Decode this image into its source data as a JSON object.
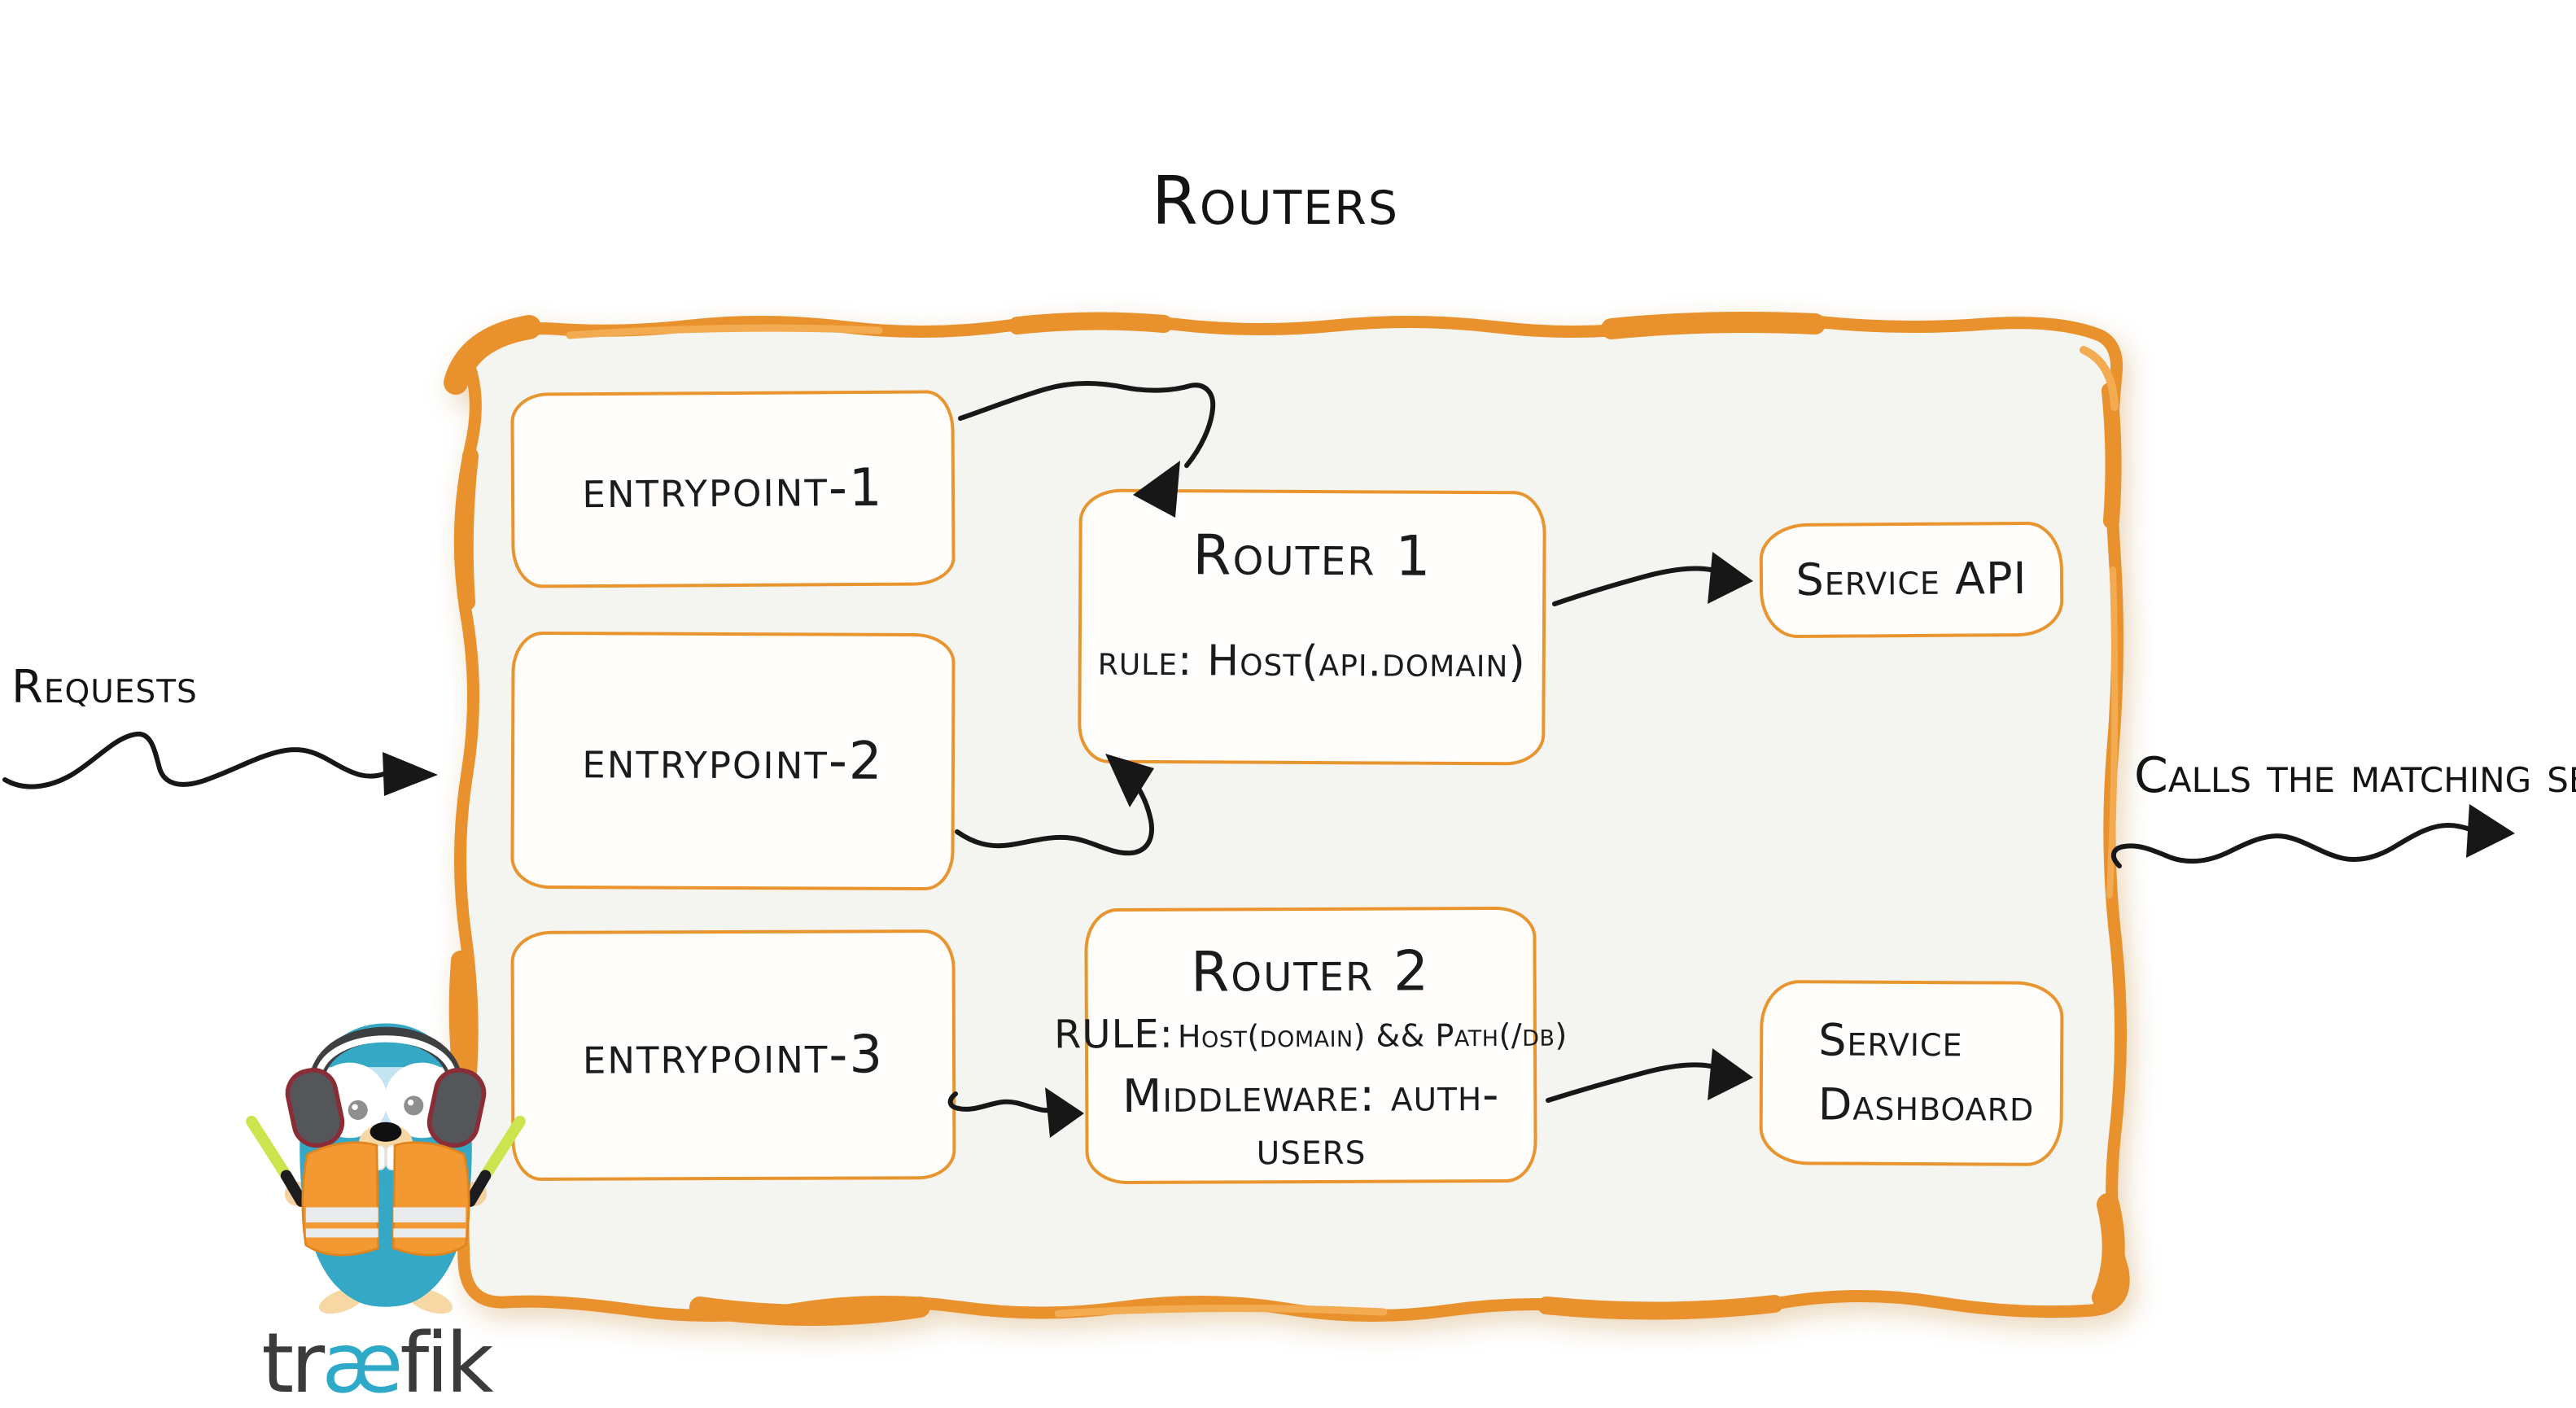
{
  "diagram": {
    "title": "Routers",
    "requests_label": "Requests",
    "output_label": "Calls the matching server"
  },
  "entrypoints": [
    {
      "label": "entrypoint-1"
    },
    {
      "label": "entrypoint-2"
    },
    {
      "label": "entrypoint-3"
    }
  ],
  "routers": [
    {
      "title": "Router 1",
      "rule": "rule: Host(api.domain)"
    },
    {
      "title": "Router 2",
      "rule_label": "RULE:",
      "rule_value": "Host(domain) && Path(/db)",
      "middleware": "Middleware: auth-users"
    }
  ],
  "services": [
    {
      "label": "Service API"
    },
    {
      "label": "Service Dashboard"
    }
  ],
  "logo": {
    "wordmark_pre": "tr",
    "wordmark_ae": "æ",
    "wordmark_post": "fik"
  },
  "colors": {
    "accent_orange": "#e8912d",
    "accent_orange_light": "#f3ab52",
    "frame_fill": "#f4f4f1",
    "box_fill": "#fffefc",
    "ink": "#171717",
    "gopher_teal": "#35a8c6",
    "goggle_blue": "#cfe9f3",
    "vest_orange": "#f29a31",
    "baton_green": "#cbe54e",
    "headphone_gray": "#55565a",
    "headphone_red": "#8a2d37",
    "skin_beige": "#f7d7a4",
    "wordmark_gray": "#3b3b3d",
    "wordmark_teal": "#2fa9c8"
  }
}
